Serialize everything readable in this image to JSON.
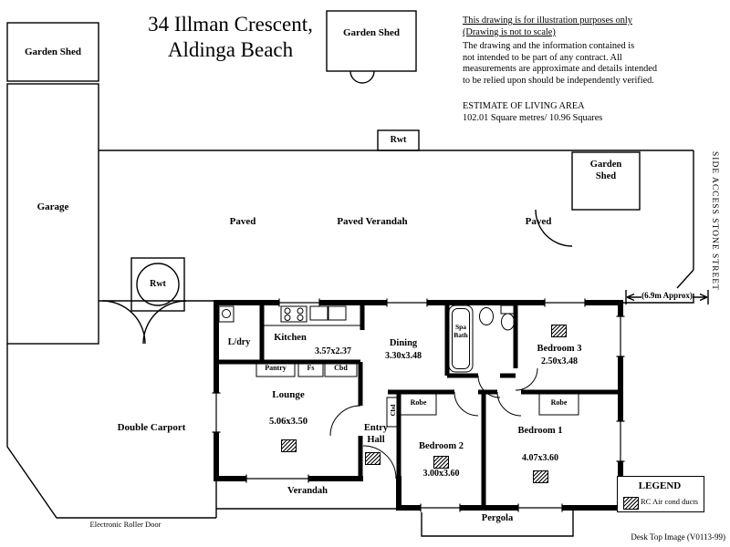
{
  "title": {
    "line1": "34 Illman Crescent,",
    "line2": "Aldinga Beach"
  },
  "disclaimer": {
    "h1": "This drawing is for illustration purposes only",
    "h2": "(Drawing is not to scale)",
    "body": [
      "The drawing and the information contained is",
      "not intended to be part of any contract.  All",
      "measurements are approximate and details intended",
      "to be relied upon should be independently verified."
    ],
    "estimate_title": "ESTIMATE OF LIVING AREA",
    "estimate_value": "102.01  Square metres/ 10.96 Squares"
  },
  "street": "SIDE ACCESS STONE STREET",
  "outdoor": {
    "shed_left": "Garden Shed",
    "shed_top": "Garden Shed",
    "shed_right_line1": "Garden",
    "shed_right_line2": "Shed",
    "garage": "Garage",
    "rwt_tank": "Rwt",
    "rwt_top": "Rwt",
    "paved_left": "Paved",
    "paved_verandah": "Paved Verandah",
    "paved_right": "Paved",
    "carport": "Double Carport",
    "verandah": "Verandah",
    "pergola": "Pergola",
    "roller_door": "Electronic Roller Door",
    "dim": "(6.9m Approx)"
  },
  "rooms": {
    "ldry": "L/dry",
    "kitchen": "Kitchen",
    "kitchen_dims": "3.57x2.37",
    "dining": "Dining",
    "dining_dims": "3.30x3.48",
    "spa_line1": "Spa",
    "spa_line2": "Bath",
    "bedroom3": "Bedroom 3",
    "bedroom3_dims": "2.50x3.48",
    "lounge": "Lounge",
    "lounge_dims": "5.06x3.50",
    "entry_line1": "Entry",
    "entry_line2": "Hall",
    "bedroom2": "Bedroom 2",
    "bedroom2_dims": "3.00x3.60",
    "bedroom1": "Bedroom 1",
    "bedroom1_dims": "4.07x3.60",
    "pantry": "Pantry",
    "fs": "Fs",
    "cbd": "Cbd",
    "cbd_small": "Cbd",
    "robe_left": "Robe",
    "robe_right": "Robe"
  },
  "legend": {
    "title": "LEGEND",
    "item": "RC Air cond ducts"
  },
  "footer": "Desk Top Image  (V0113-99)"
}
